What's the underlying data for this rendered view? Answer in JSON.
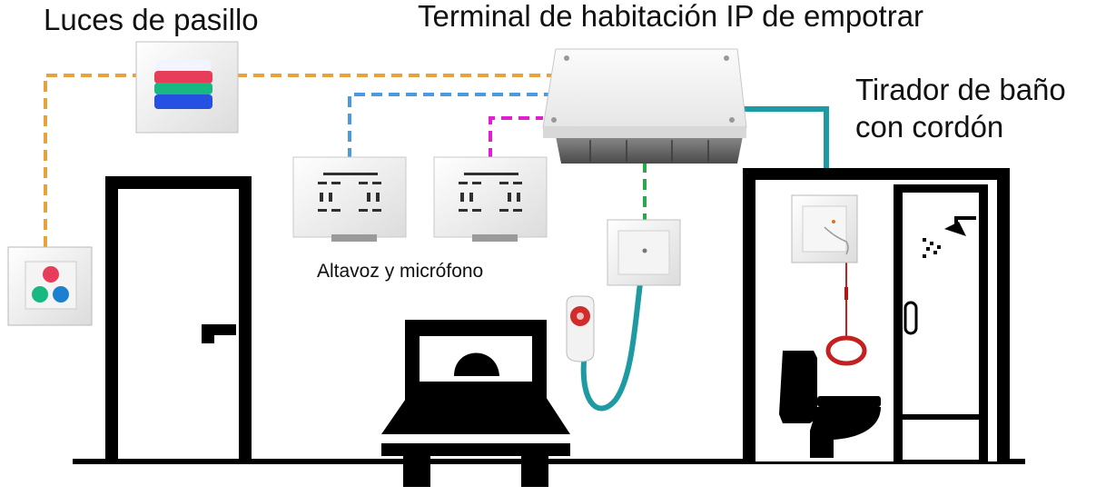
{
  "labels": {
    "hall_lights": "Luces de pasillo",
    "room_terminal": "Terminal de habitación IP de empotrar",
    "bath_pull": "Tirador de baño con cordón",
    "speaker_mic": "Altavoz y micrófono"
  },
  "colors": {
    "wire_hall": "#e8a23b",
    "wire_speaker": "#4a9ae0",
    "wire_mic": "#e020d0",
    "wire_bed": "#2aa84a",
    "cable_teal": "#1e9aa3",
    "silhouette": "#000000",
    "call_red": "#d22b2b",
    "lamp_red": "#e83d5a",
    "lamp_green": "#18b883",
    "lamp_blue": "#2550e0"
  },
  "icons": [
    "door-icon",
    "bed-icon",
    "toilet-icon",
    "shower-icon",
    "shower-head-icon",
    "pull-cord-icon",
    "call-button-icon"
  ]
}
